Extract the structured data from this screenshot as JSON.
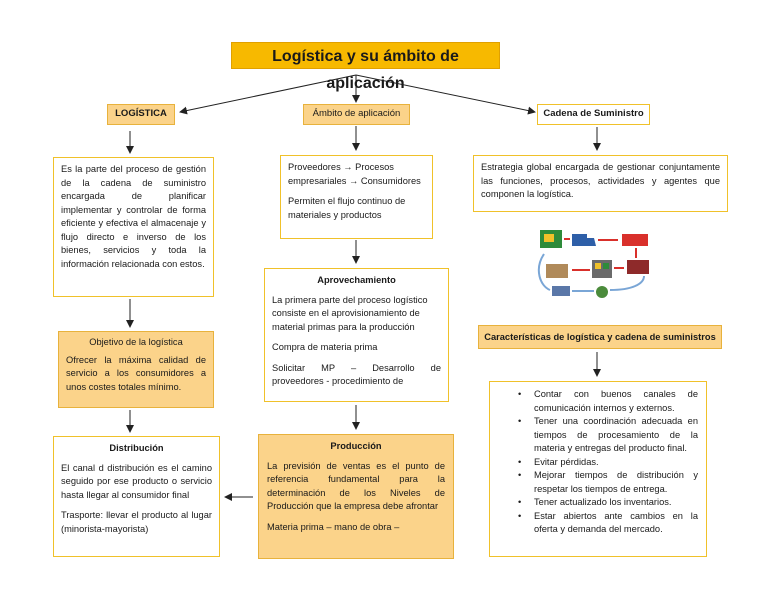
{
  "title": "Logística y su ámbito de aplicación",
  "logistica": {
    "label": "LOGÍSTICA",
    "definition": "Es la parte del proceso de gestión de la cadena de suministro encargada de planificar implementar y controlar de forma eficiente y efectiva el almacenaje y flujo directo e inverso de los bienes, servicios y toda la información relacionada con estos.",
    "objetivo_title": "Objetivo de la logística",
    "objetivo_text": "Ofrecer la máxima calidad de servicio a los consumidores a unos costes totales mínimo."
  },
  "ambito": {
    "label": "Ámbito de aplicación",
    "flow_1": "Proveedores → Procesos empresariales → Consumidores",
    "flow_2": "Permiten el flujo continuo de materiales y productos"
  },
  "aprovechamiento": {
    "title": "Aprovechamiento",
    "p1": "La primera parte del proceso logístico consiste en el aprovisionamiento de material primas para la producción",
    "p2": "Compra de materia prima",
    "p3": "Solicitar MP – Desarrollo de proveedores - procedimiento de"
  },
  "produccion": {
    "title": "Producción",
    "p1": "La previsión de ventas es el punto de referencia fundamental para la determinación de los Niveles de Producción que la empresa debe afrontar",
    "p2": "Materia prima – mano de obra –"
  },
  "distribucion": {
    "title": "Distribución",
    "p1": "El canal d distribución es el camino seguido por ese producto o servicio hasta llegar al consumidor final",
    "p2": "Trasporte: llevar el producto al lugar (minorista-mayorista)"
  },
  "cadena": {
    "label": "Cadena de Suministro",
    "definition": "Estrategia global encargada de gestionar conjuntamente las funciones, procesos, actividades y agentes que componen la logística."
  },
  "caracteristicas": {
    "title": "Características de logística y cadena de suministros",
    "items": [
      "Contar con buenos canales de comunicación internos y externos.",
      "Tener una coordinación adecuada en tiempos de procesamiento de la materia y entregas del producto final.",
      "Evitar pérdidas.",
      "Mejorar tiempos de distribución y respetar los tiempos de entrega.",
      "Tener actualizado los inventarios.",
      "Estar abiertos ante cambios en la oferta y demanda del mercado."
    ]
  },
  "colors": {
    "title_bg": "#f7b900",
    "accent_border": "#f0c12a",
    "fill_box": "#fbd38a"
  }
}
